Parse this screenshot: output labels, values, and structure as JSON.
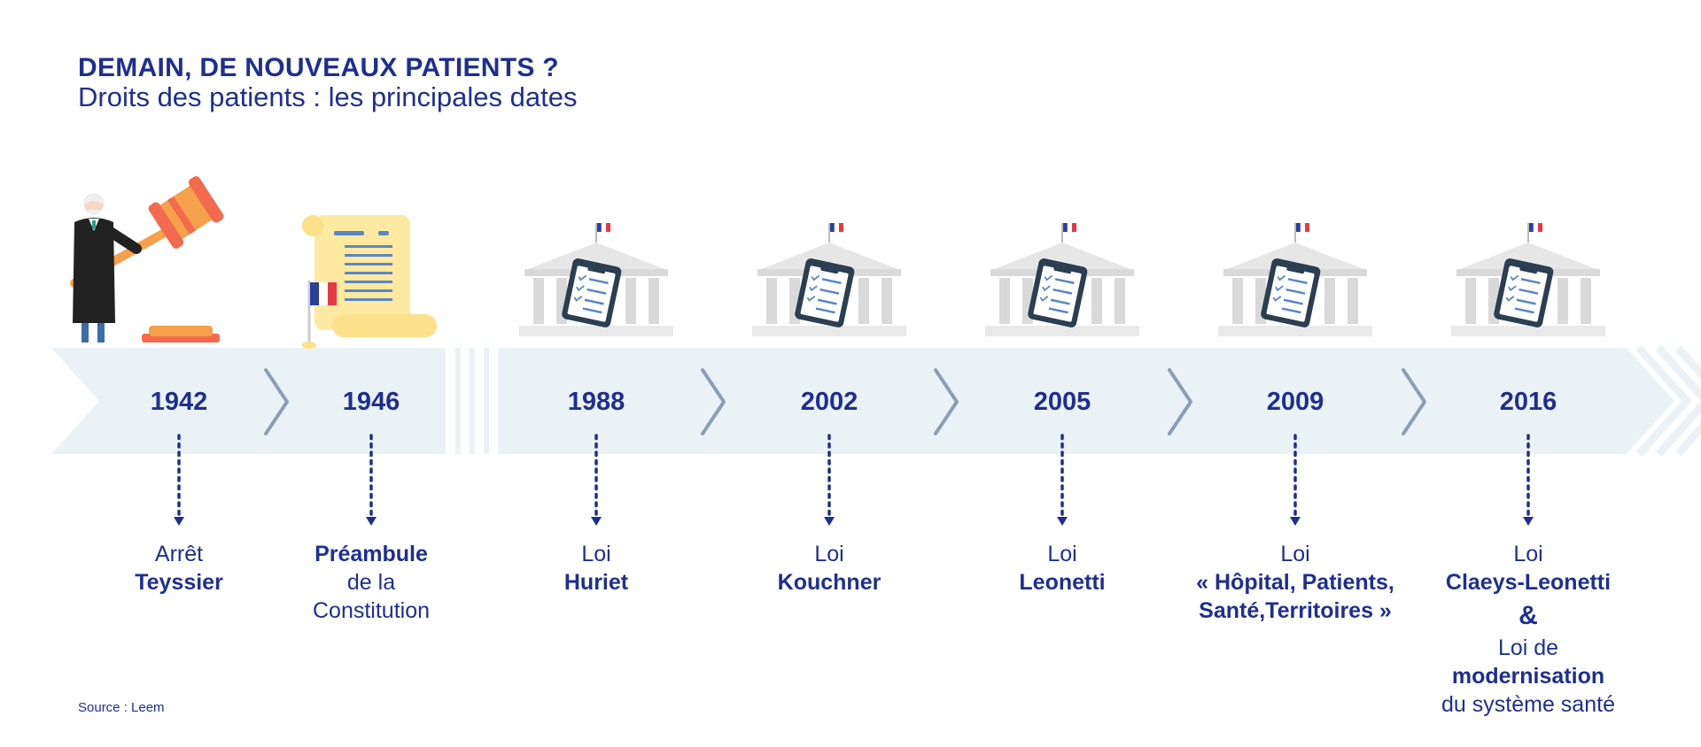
{
  "header": {
    "title": "DEMAIN, DE NOUVEAUX PATIENTS ?",
    "subtitle": "Droits des patients : les principales dates"
  },
  "colors": {
    "primary": "#1f2f8f",
    "band": "#eaf2f6",
    "chevron": "#8a9fb6",
    "gavel": "#f5a04a",
    "scroll": "#fde08a",
    "building": "#d9d9d9"
  },
  "timeline": [
    {
      "year": "1942",
      "icon": "judge-gavel-icon",
      "lines": [
        {
          "t": "Arrêt",
          "bold": false
        },
        {
          "t": "Teyssier",
          "bold": true
        }
      ]
    },
    {
      "year": "1946",
      "icon": "scroll-flag-icon",
      "lines": [
        {
          "t": "Préambule",
          "bold": true
        },
        {
          "t": "de la",
          "bold": false
        },
        {
          "t": "Constitution",
          "bold": false
        }
      ]
    },
    {
      "year": "1988",
      "icon": "parliament-document-icon",
      "lines": [
        {
          "t": "Loi",
          "bold": false
        },
        {
          "t": "Huriet",
          "bold": true
        }
      ]
    },
    {
      "year": "2002",
      "icon": "parliament-document-icon",
      "lines": [
        {
          "t": "Loi",
          "bold": false
        },
        {
          "t": "Kouchner",
          "bold": true
        }
      ]
    },
    {
      "year": "2005",
      "icon": "parliament-document-icon",
      "lines": [
        {
          "t": "Loi",
          "bold": false
        },
        {
          "t": "Leonetti",
          "bold": true
        }
      ]
    },
    {
      "year": "2009",
      "icon": "parliament-document-icon",
      "lines": [
        {
          "t": "Loi",
          "bold": false
        },
        {
          "t": "« Hôpital, Patients,",
          "bold": true
        },
        {
          "t": "Santé,Territoires »",
          "bold": true
        }
      ]
    },
    {
      "year": "2016",
      "icon": "parliament-document-icon",
      "lines": [
        {
          "t": "Loi",
          "bold": false
        },
        {
          "t": "Claeys-Leonetti",
          "bold": true
        },
        {
          "t": "&",
          "bold": true,
          "amp": true
        },
        {
          "t": "Loi de",
          "bold": false
        },
        {
          "t": "modernisation",
          "bold": true
        },
        {
          "t": "du système santé",
          "bold": false
        }
      ]
    }
  ],
  "footer": {
    "source": "Source : Leem"
  }
}
